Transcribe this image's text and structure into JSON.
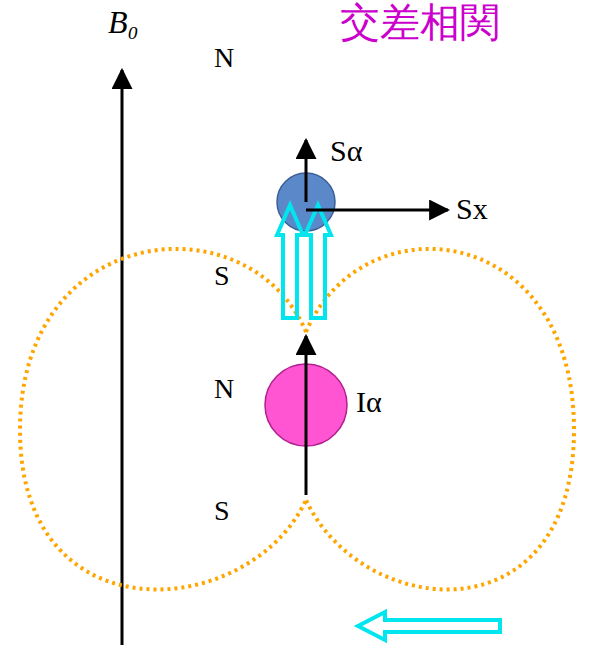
{
  "diagram": {
    "title": "交差相関",
    "nodes": [
      {
        "text": [
          "Sα"
        ]
      },
      {
        "text": [
          "Iα"
        ]
      }
    ],
    "labels": [
      "B₀",
      "N",
      "S",
      "N",
      "S",
      "Sx"
    ]
  }
}
